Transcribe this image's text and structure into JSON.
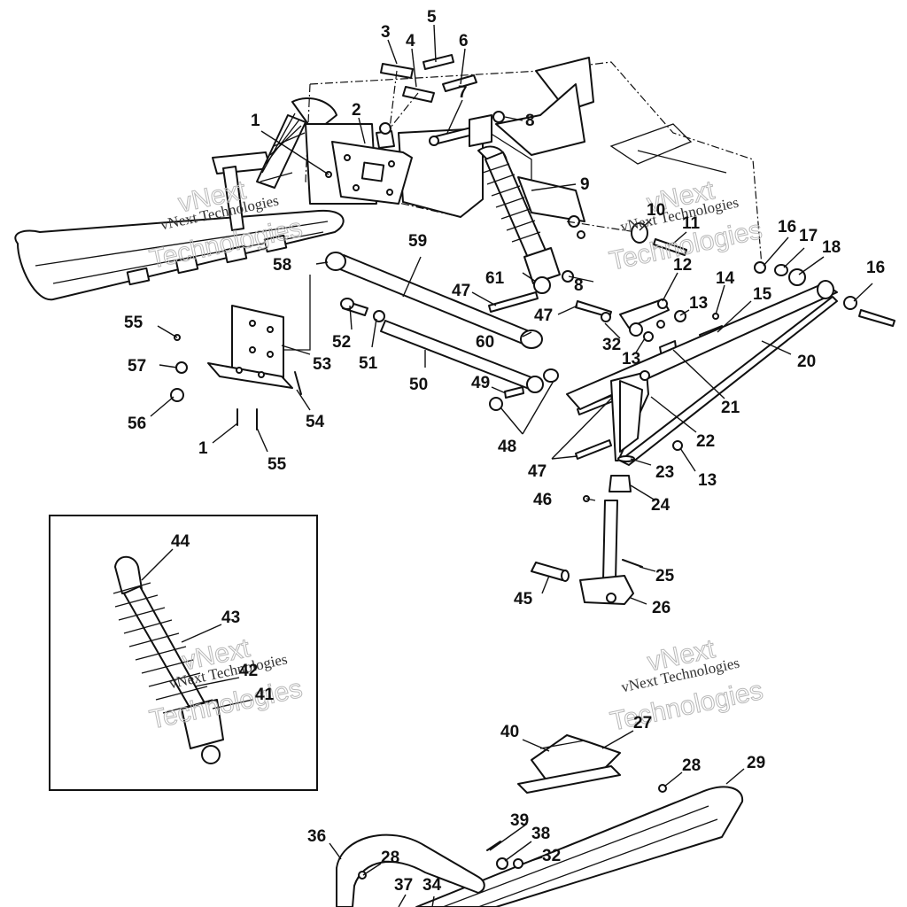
{
  "watermark": {
    "line1": "vNext",
    "line2": "vNext Technologies",
    "line3": "Technologies"
  },
  "callouts": [
    "1",
    "2",
    "3",
    "4",
    "5",
    "6",
    "7",
    "8",
    "9",
    "10",
    "11",
    "12",
    "13",
    "14",
    "15",
    "16",
    "17",
    "18",
    "20",
    "21",
    "22",
    "23",
    "24",
    "25",
    "26",
    "27",
    "28",
    "29",
    "32",
    "34",
    "36",
    "37",
    "38",
    "39",
    "40",
    "41",
    "42",
    "43",
    "44",
    "45",
    "46",
    "47",
    "48",
    "49",
    "50",
    "51",
    "52",
    "53",
    "54",
    "55",
    "56",
    "57",
    "58",
    "59",
    "60",
    "61"
  ],
  "colors": {
    "line": "#111111",
    "background": "#ffffff",
    "watermark": "#b8b8b8"
  }
}
